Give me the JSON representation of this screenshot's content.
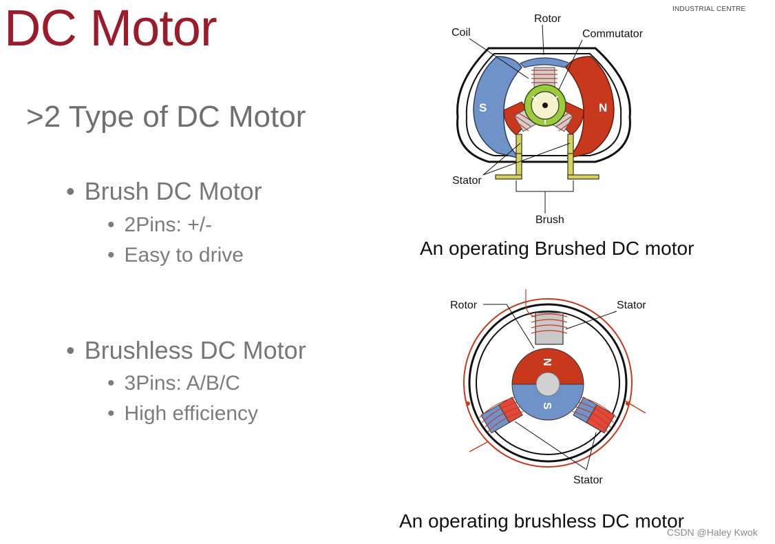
{
  "slide": {
    "title": "DC Motor",
    "org_label": "INDUSTRIAL CENTRE",
    "heading": ">2 Type of DC Motor",
    "bullet_glyph": "•",
    "sections": [
      {
        "label": "Brush DC Motor",
        "points": [
          "2Pins: +/-",
          "Easy to drive"
        ]
      },
      {
        "label": "Brushless DC Motor",
        "points": [
          "3Pins: A/B/C",
          "High efficiency"
        ]
      }
    ],
    "watermark": "CSDN @Haley Kwok"
  },
  "brushed_diagram": {
    "labels": {
      "rotor": "Rotor",
      "coil": "Coil",
      "commutator": "Commutator",
      "stator": "Stator",
      "brush": "Brush",
      "south": "S",
      "north": "N"
    },
    "caption": "An operating Brushed DC motor",
    "colors": {
      "south_pole": "#6f93c9",
      "north_pole": "#c8381c",
      "brush": "#d7d25a",
      "commutator": "#9ccc3d"
    }
  },
  "brushless_diagram": {
    "labels": {
      "rotor": "Rotor",
      "stator_top": "Stator",
      "stator_bottom": "Stator",
      "north": "N",
      "south": "S"
    },
    "caption": "An operating brushless DC motor",
    "colors": {
      "north_pole": "#c8381c",
      "south_pole": "#6f93c9",
      "coil_wire": "#c8381c"
    }
  }
}
